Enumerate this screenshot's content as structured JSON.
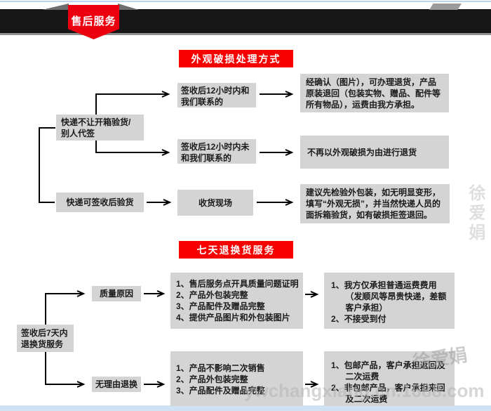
{
  "header": {
    "ribbon_label": "售后服务"
  },
  "section_damage": {
    "banner": "外观破损处理方式",
    "left_top": "快递不让开箱验货/别人代签",
    "mid_top": "签收后12小时内和我们联系的",
    "right_top": "经确认（图片），可办理退货，产品原装退回（包装实物、赠品、配件等所有物品），运费由我方承担。",
    "mid_mid": "签收后12小时内未和我们联系的",
    "right_mid": "不再以外观破损为由进行退货",
    "left_bottom": "快递可签收后验货",
    "mid_bottom": "收货现场",
    "right_bottom": "建议先检验外包装，如无明显变形，填写“外观无损”，并当然快递人员的面拆箱验货，如有破损拒签退回。"
  },
  "section_return": {
    "banner": "七天退换货服务",
    "root": "签收后7天内退换货服务",
    "branch_quality": "质量原因",
    "branch_noreason": "无理由退换",
    "quality_conditions": [
      "1、售后服务点开具质量问题证明",
      "2、产品外包装完整",
      "3、产品配件及赠品完整",
      "4、提供产品图片和外包装图片"
    ],
    "quality_results": [
      "1、我方仅承担普通运费费用（发顺风等昂贵快递，差额客户承担）",
      "2、不接受到付"
    ],
    "noreason_conditions": [
      "1、产品不影响二次销售",
      "2、产品外包装完整",
      "3、产品配件及赠品完整"
    ],
    "noreason_results": [
      "1、包邮产品，客户承担返回及二次运费",
      "2、非包邮产品，客户承担来回及二次运费"
    ]
  },
  "watermarks": {
    "name_stamp": "徐爱娟",
    "shop_url": "ywchangxiang.cn.1688.com"
  },
  "colors": {
    "banner_red": "#f60000",
    "ribbon_red": "#ec0010",
    "box_gray": "#d4d4d4",
    "bar_black": "#171717"
  }
}
